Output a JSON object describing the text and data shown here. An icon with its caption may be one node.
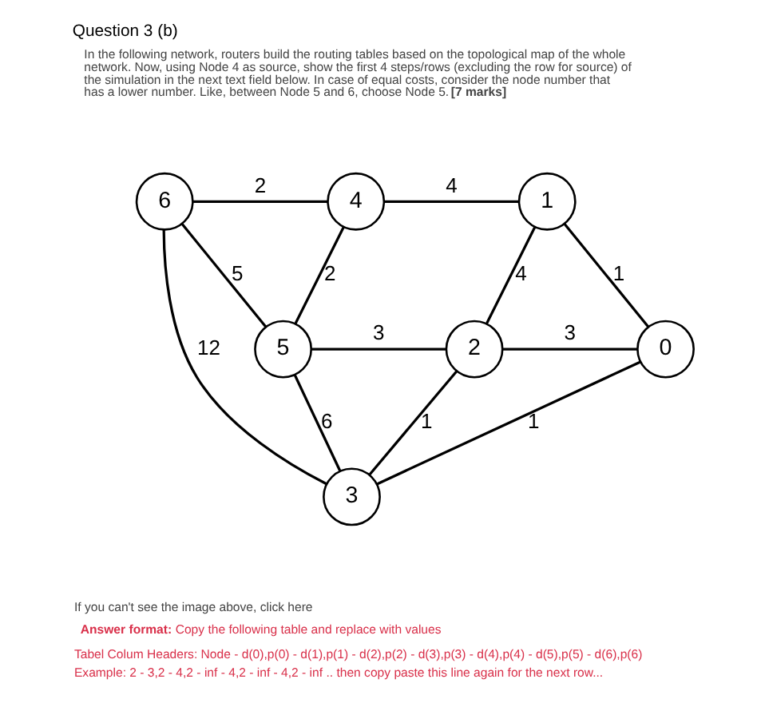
{
  "diagram": {
    "title": "Question 3 (b)",
    "nodes": [
      {
        "text": [
          "6"
        ]
      },
      {
        "text": [
          "4"
        ]
      },
      {
        "text": [
          "1"
        ]
      },
      {
        "text": [
          "5"
        ]
      },
      {
        "text": [
          "2"
        ]
      },
      {
        "text": [
          "0"
        ]
      },
      {
        "text": [
          "3"
        ]
      }
    ],
    "edges": [
      {
        "from": 0,
        "to": 1,
        "arrow": "none",
        "label": "2"
      },
      {
        "from": 1,
        "to": 2,
        "arrow": "none",
        "label": "4"
      },
      {
        "from": 0,
        "to": 3,
        "arrow": "none",
        "label": "5"
      },
      {
        "from": 1,
        "to": 3,
        "arrow": "none",
        "label": "2"
      },
      {
        "from": 2,
        "to": 4,
        "arrow": "none",
        "label": "4"
      },
      {
        "from": 2,
        "to": 5,
        "arrow": "none",
        "label": "1"
      },
      {
        "from": 0,
        "to": 6,
        "arrow": "none",
        "label": "12"
      },
      {
        "from": 3,
        "to": 4,
        "arrow": "none",
        "label": "3"
      },
      {
        "from": 4,
        "to": 5,
        "arrow": "none",
        "label": "3"
      },
      {
        "from": 3,
        "to": 6,
        "arrow": "none",
        "label": "6"
      },
      {
        "from": 4,
        "to": 6,
        "arrow": "none",
        "label": "1"
      },
      {
        "from": 5,
        "to": 6,
        "arrow": "none",
        "label": "1"
      }
    ],
    "labels": [
      "In the following network, routers build the routing tables based on the topological map of the whole network. Now, using Node 4 as source, show the first 4 steps/rows (excluding the row for source) of the simulation in the next text field below. In case of equal costs, consider the node number that has a lower number. Like, between Node 5 and 6, choose Node 5. **[7 marks]**",
      "If you can't see the image above, click here",
      "**Answer format:** Copy the following table and replace with values",
      "Tabel Colum Headers: Node - d(0),p(0) - d(1),p(1) - d(2),p(2) - d(3),p(3) - d(4),p(4) - d(5),p(5) - d(6),p(6)",
      "Example: 2 - 3,2 - 4,2 - inf - 4,2 - inf - 4,2 - inf .. then copy paste this line again for the next row..."
    ]
  }
}
